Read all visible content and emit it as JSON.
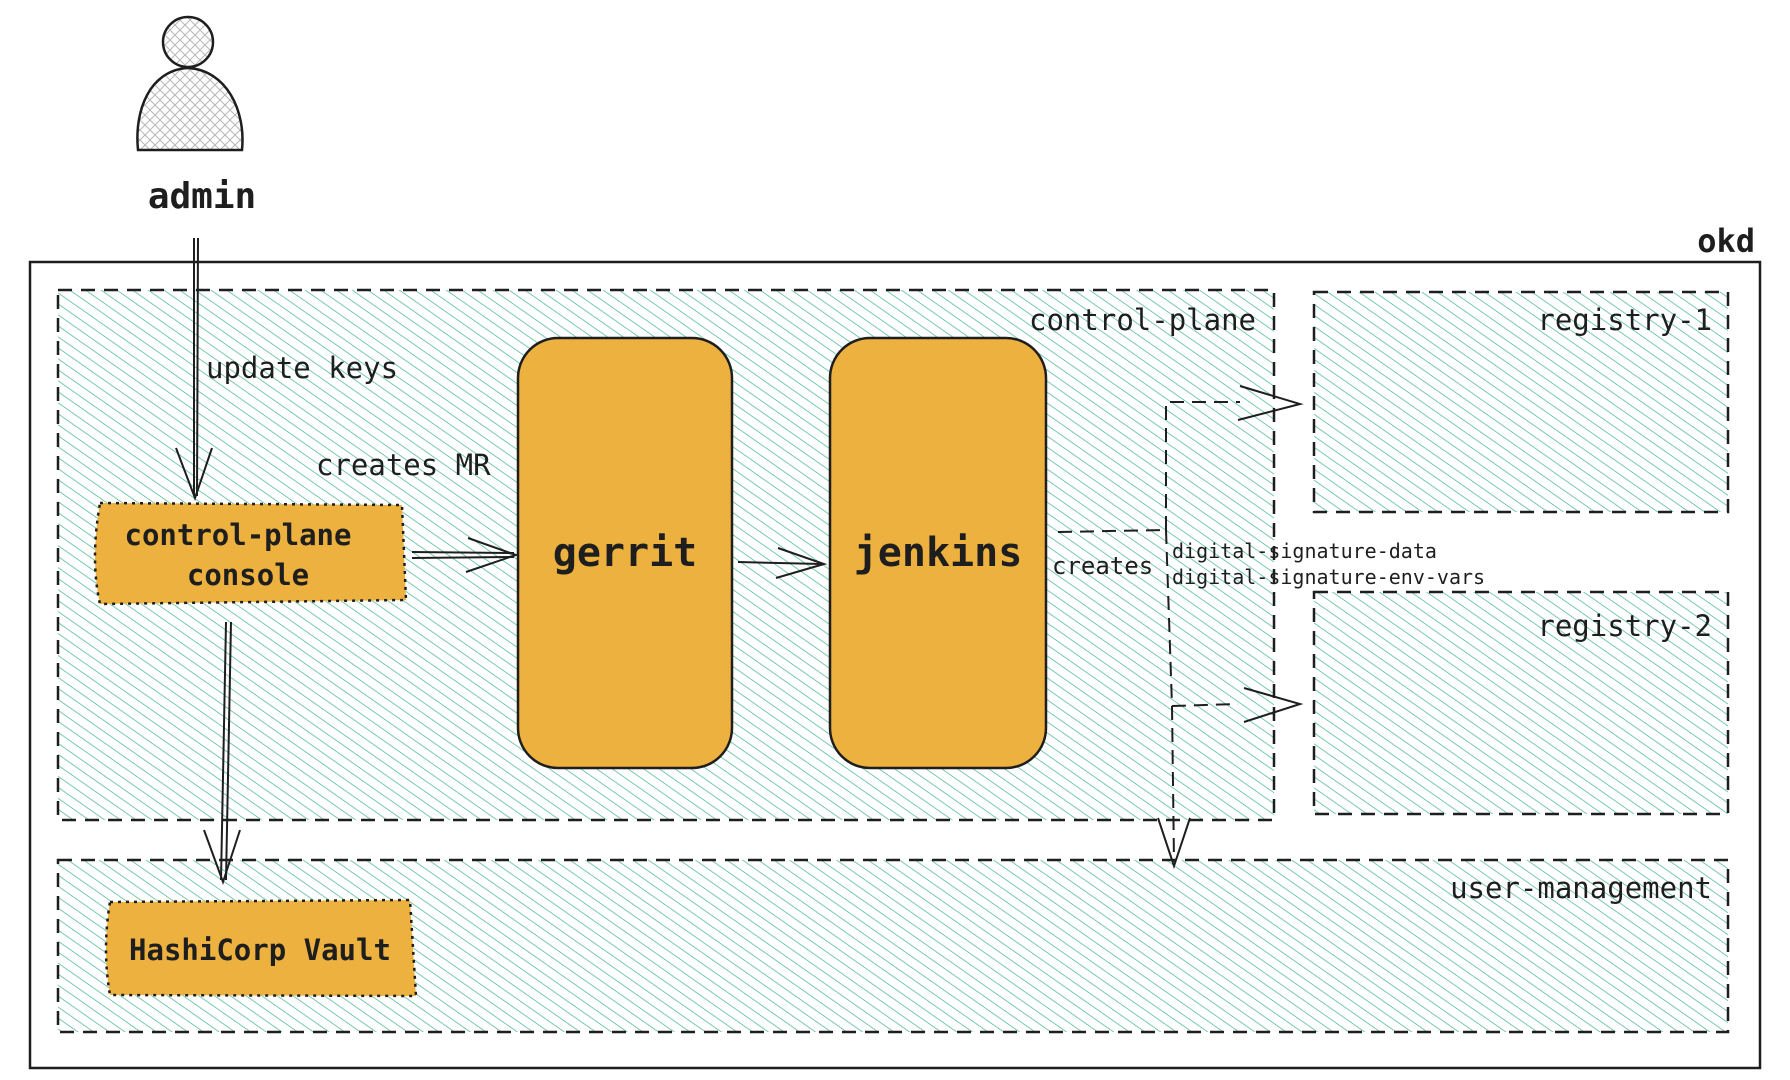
{
  "actor": {
    "label": "admin",
    "icon": "person-icon"
  },
  "containers": {
    "okd": "okd",
    "control_plane": "control-plane",
    "registry_1": "registry-1",
    "registry_2": "registry-2",
    "user_management": "user-management"
  },
  "nodes": {
    "console_line1": "control-plane",
    "console_line2": "console",
    "gerrit": "gerrit",
    "jenkins": "jenkins",
    "vault": "HashiCorp Vault"
  },
  "edges": {
    "update_keys": "update keys",
    "creates_mr": "creates MR",
    "creates": "creates",
    "signature_data": "digital-signature-data",
    "signature_env_vars": "digital-signature-env-vars"
  },
  "colors": {
    "hatch": "#3fb58a",
    "node_fill": "#ecb13e",
    "stroke": "#1e1e1e",
    "background": "#ffffff"
  }
}
